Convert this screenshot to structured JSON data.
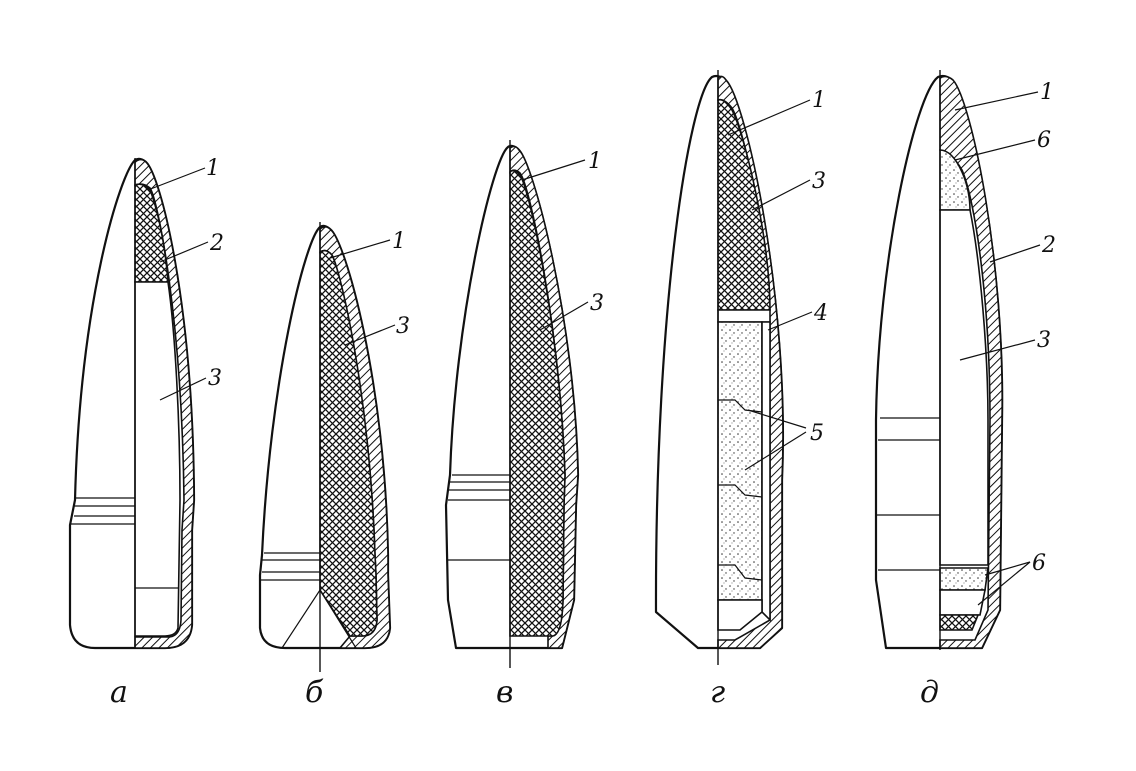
{
  "colors": {
    "ink": "#111111",
    "paper": "#ffffff"
  },
  "bullets": [
    {
      "caption": "а",
      "labels": [
        "1",
        "2",
        "3"
      ]
    },
    {
      "caption": "б",
      "labels": [
        "1",
        "3"
      ]
    },
    {
      "caption": "в",
      "labels": [
        "1",
        "3"
      ]
    },
    {
      "caption": "г",
      "labels": [
        "1",
        "3",
        "4",
        "5"
      ]
    },
    {
      "caption": "д",
      "labels": [
        "1",
        "6",
        "2",
        "3",
        "6"
      ]
    }
  ]
}
